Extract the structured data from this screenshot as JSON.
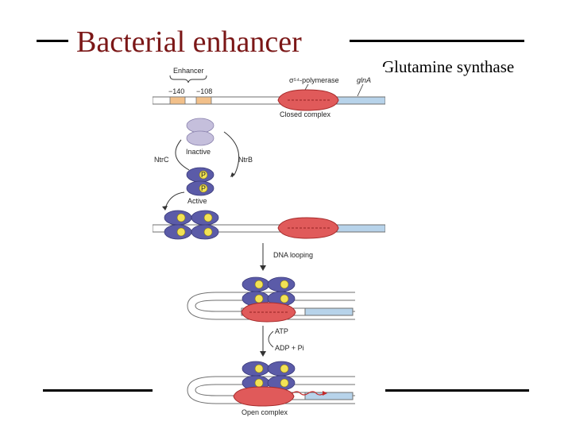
{
  "slide": {
    "title": "Bacterial enhancer",
    "subtitle": "Glutamine synthase"
  },
  "figure": {
    "labels": {
      "enhancer": "Enhancer",
      "pos1": "−140",
      "pos2": "−108",
      "polymerase": "σ⁵⁴-polymerase",
      "gene": "glnA",
      "closed": "Closed complex",
      "inactive": "Inactive",
      "ntrc": "NtrC",
      "ntrb": "NtrB",
      "active": "Active",
      "phospho": "P",
      "looping": "DNA looping",
      "atp": "ATP",
      "adp": "ADP + Pi",
      "open": "Open complex"
    },
    "colors": {
      "title": "#7b1717",
      "dna_blue": "#b7d3ea",
      "polymerase": "#e05a5a",
      "ntrc_active": "#5b5ba8",
      "ntrc_inactive": "#c5bfdc",
      "enhancer_box": "#f2c08a",
      "phospho": "#f2e255"
    }
  }
}
